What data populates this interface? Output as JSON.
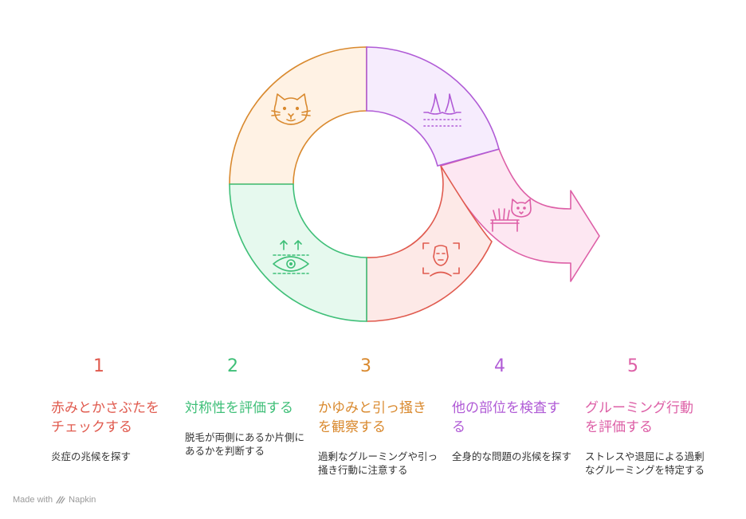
{
  "colors": {
    "red": "#e05a4e",
    "green": "#3fbf78",
    "orange": "#d9892e",
    "purple": "#b05bd6",
    "pink": "#dd5fa6"
  },
  "segments": [
    {
      "name": "top-left",
      "icon": "cat-face-icon",
      "color": "#d9892e",
      "fill": "#fff2e4"
    },
    {
      "name": "top-right",
      "icon": "skin-hair-icon",
      "color": "#b05bd6",
      "fill": "#f6ecfd"
    },
    {
      "name": "bottom-right",
      "icon": "face-scan-icon",
      "color": "#e05a4e",
      "fill": "#fde9e7"
    },
    {
      "name": "bottom-left",
      "icon": "eye-scan-icon",
      "color": "#3fbf78",
      "fill": "#e6f9ee"
    },
    {
      "name": "arrow",
      "icon": "cat-brush-icon",
      "color": "#dd5fa6",
      "fill": "#fde7f2"
    }
  ],
  "steps": [
    {
      "number": "1",
      "title": "赤みとかさぶたをチェックする",
      "desc": "炎症の兆候を探す",
      "color": "#e05a4e"
    },
    {
      "number": "2",
      "title": "対称性を評価する",
      "desc": "脱毛が両側にあるか片側にあるかを判断する",
      "color": "#3fbf78"
    },
    {
      "number": "3",
      "title": "かゆみと引っ掻きを観察する",
      "desc": "過剰なグルーミングや引っ掻き行動に注意する",
      "color": "#d9892e"
    },
    {
      "number": "4",
      "title": "他の部位を検査する",
      "desc": "全身的な問題の兆候を探す",
      "color": "#b05bd6"
    },
    {
      "number": "5",
      "title": "グルーミング行動を評価する",
      "desc": "ストレスや退屈による過剰なグルーミングを特定する",
      "color": "#dd5fa6"
    }
  ],
  "footer": {
    "text": "Made with",
    "brand": "Napkin"
  }
}
